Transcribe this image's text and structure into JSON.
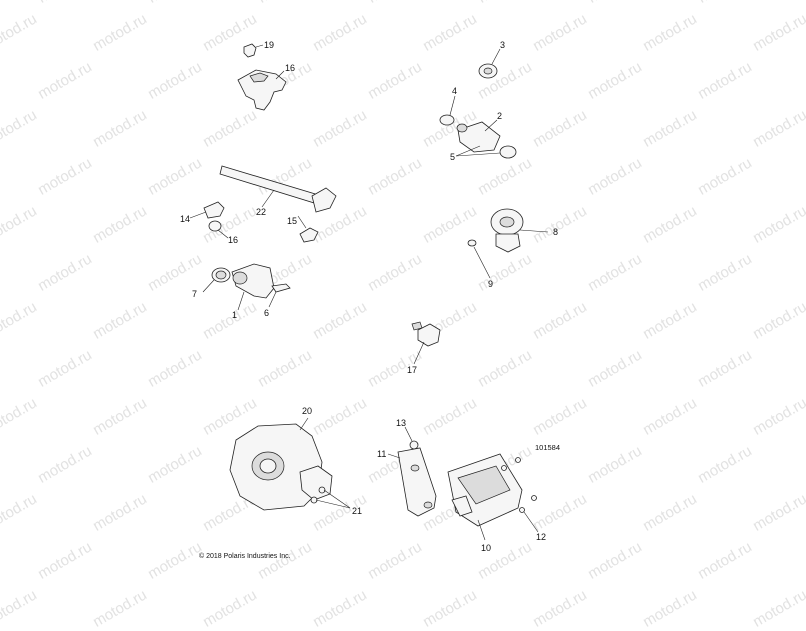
{
  "watermark": "motod.ru",
  "reference_number": "101584",
  "copyright": "© 2018 Polaris Industries Inc.",
  "callouts": {
    "c1": "1",
    "c2": "2",
    "c3": "3",
    "c4": "4",
    "c5": "5",
    "c6": "6",
    "c7": "7",
    "c8": "8",
    "c9": "9",
    "c10": "10",
    "c11": "11",
    "c12": "12",
    "c13": "13",
    "c14": "14",
    "c15": "15",
    "c16a": "16",
    "c16b": "16",
    "c17": "17",
    "c19": "19",
    "c20": "20",
    "c21": "21",
    "c22": "22"
  }
}
